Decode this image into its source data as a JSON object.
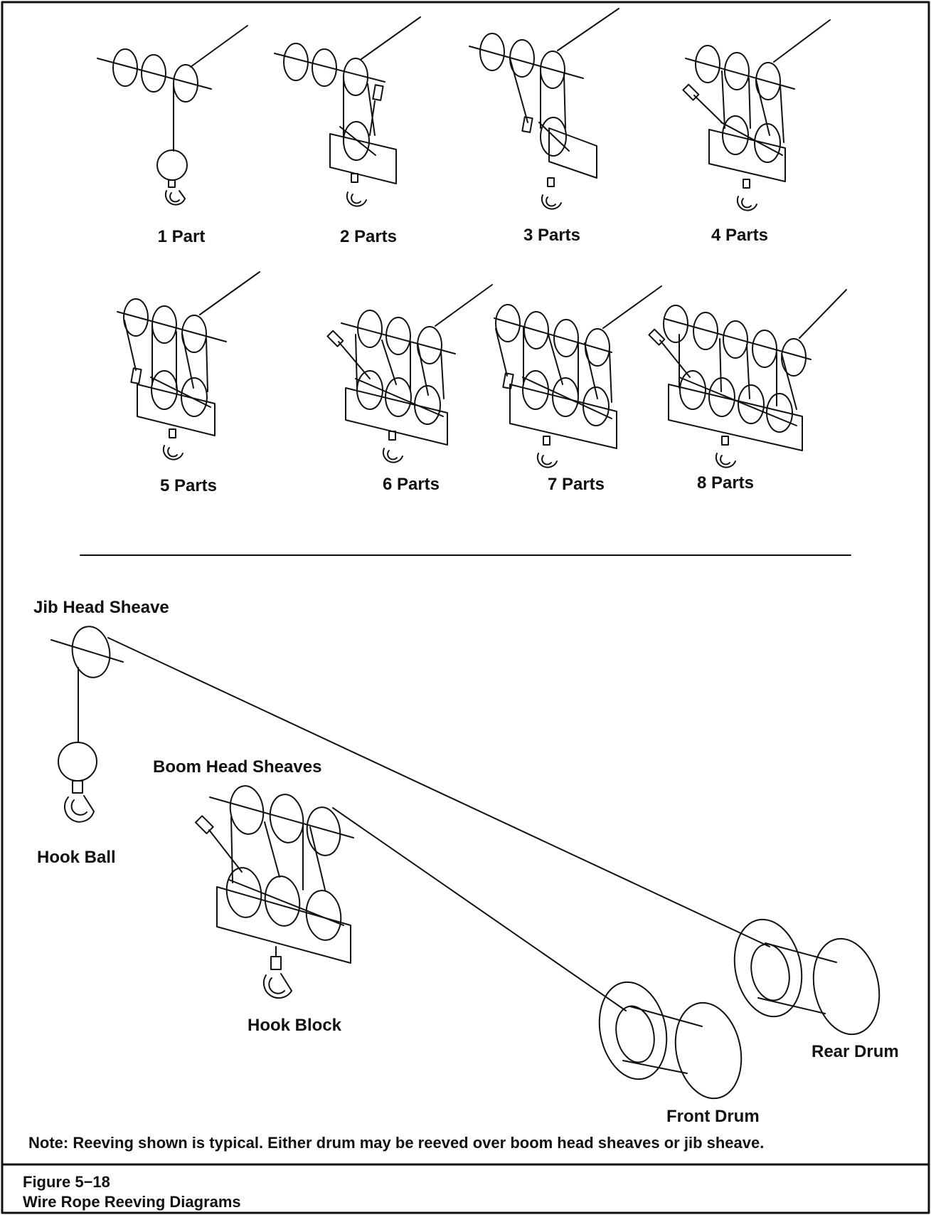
{
  "reeving_diagrams": [
    {
      "label": "1 Part",
      "parts": 1
    },
    {
      "label": "2 Parts",
      "parts": 2
    },
    {
      "label": "3 Parts",
      "parts": 3
    },
    {
      "label": "4 Parts",
      "parts": 4
    },
    {
      "label": "5 Parts",
      "parts": 5
    },
    {
      "label": "6 Parts",
      "parts": 6
    },
    {
      "label": "7  Parts",
      "parts": 7
    },
    {
      "label": "8 Parts",
      "parts": 8
    }
  ],
  "labels": {
    "jib_head_sheave": "Jib Head Sheave",
    "boom_head_sheaves": "Boom Head Sheaves",
    "hook_ball": "Hook Ball",
    "hook_block": "Hook Block",
    "rear_drum": "Rear Drum",
    "front_drum": "Front Drum"
  },
  "note": "Note:  Reeving shown is typical.  Either drum may be reeved over boom head sheaves or jib sheave.",
  "caption": {
    "number": "Figure 5−18",
    "title": "Wire Rope Reeving Diagrams"
  }
}
